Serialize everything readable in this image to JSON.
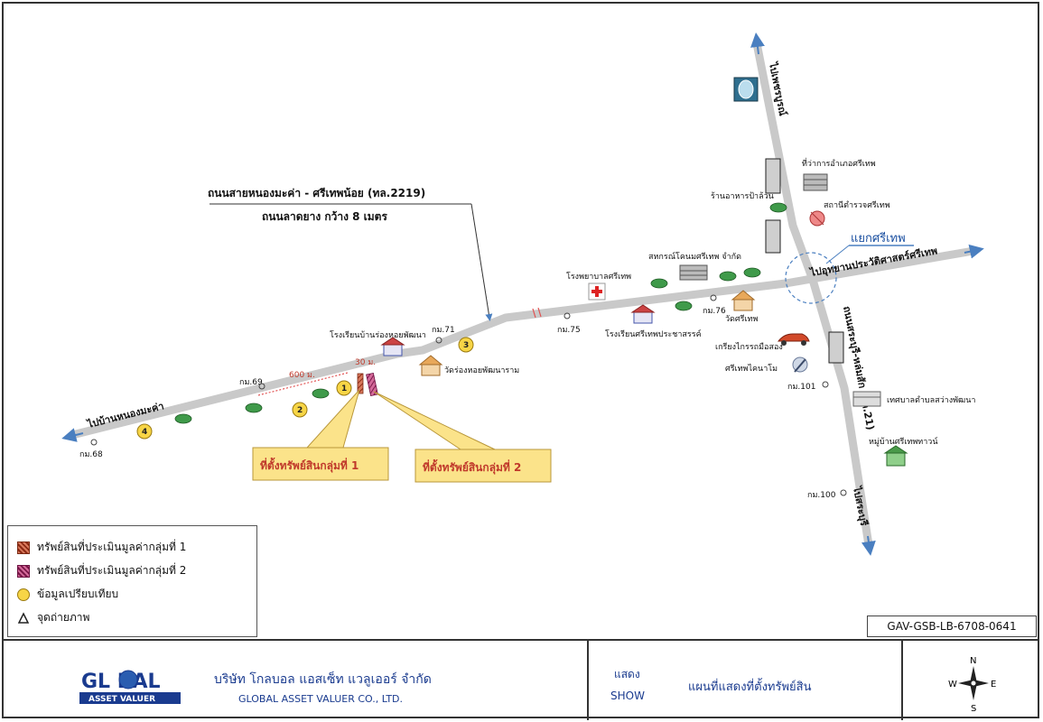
{
  "map": {
    "road_name": "ถนนสายหนองมะค่า - ศรีเทพน้อย (ทล.2219)",
    "road_desc": "ถนนลาดยาง กว้าง 8 เมตร",
    "junction": "แยกศรีเทพ",
    "to_east": "ไปอุทยานประวัติศาสตร์ศรีเทพ",
    "to_west": "ไปบ้านหนองมะค่า",
    "to_north": "ไปเพชรบูรณ์",
    "to_south": "ไปสระบุรี",
    "highway": "ถนนสระบุรี-หล่มสัก (ทล.21)",
    "km": {
      "k68": "กม.68",
      "k69": "กม.69",
      "k71": "กม.71",
      "k75": "กม.75",
      "k76": "กม.76",
      "k101": "กม.101",
      "k100": "กม.100"
    },
    "dist_600": "600 ม.",
    "dist_30": "30 ม.",
    "places": {
      "school1": "โรงเรียนบ้านร่องหอยพัฒนา",
      "temple1": "วัดร่องหอยพัฒนาราม",
      "hospital": "โรงพยาบาลศรีเทพ",
      "coop": "สหกรณ์โคนมศรีเทพ จำกัด",
      "school2": "โรงเรียนศรีเทพประชาสรรค์",
      "temple2": "วัดศรีเทพ",
      "district_office": "ที่ว่าการอำเภอศรีเทพ",
      "restaurant": "ร้านอาหารป้าล้วน",
      "police": "สถานีตำรวจศรีเทพ",
      "car_shop": "เกรียงไกรรถมือสอง",
      "tech": "ศรีเทพไคนาโม",
      "municipality": "เทศบาลตำบลสว่างพัฒนา",
      "village": "หมู่บ้านศรีเทพทาวน์"
    },
    "callout1": "ที่ตั้งทรัพย์สินกลุ่มที่ 1",
    "callout2": "ที่ตั้งทรัพย์สินกลุ่มที่ 2",
    "markers": [
      "1",
      "2",
      "3",
      "4"
    ]
  },
  "legend": {
    "item1": "ทรัพย์สินที่ประเมินมูลค่ากลุ่มที่ 1",
    "item2": "ทรัพย์สินที่ประเมินมูลค่ากลุ่มที่ 2",
    "item3": "ข้อมูลเปรียบเทียบ",
    "item4": "จุดถ่ายภาพ",
    "code": "GAV-GSB-LB-6708-0641"
  },
  "title_block": {
    "logo_top": "GL BAL",
    "logo_bottom": "ASSET VALUER",
    "company_th": "บริษัท โกลบอล แอสเซ็ท แวลูเออร์ จำกัด",
    "company_en": "GLOBAL ASSET VALUER CO., LTD.",
    "show_th": "แสดง",
    "show_en": "SHOW",
    "title": "แผนที่แสดงที่ตั้งทรัพย์สิน",
    "compass": {
      "n": "N",
      "s": "S",
      "e": "E",
      "w": "W"
    }
  },
  "colors": {
    "road": "#c8c8c8",
    "marker": "#f7d546",
    "group1": "#c0533a",
    "group2": "#b0306a",
    "callout": "#fbe38a",
    "label_blue": "#1a4fa0"
  }
}
